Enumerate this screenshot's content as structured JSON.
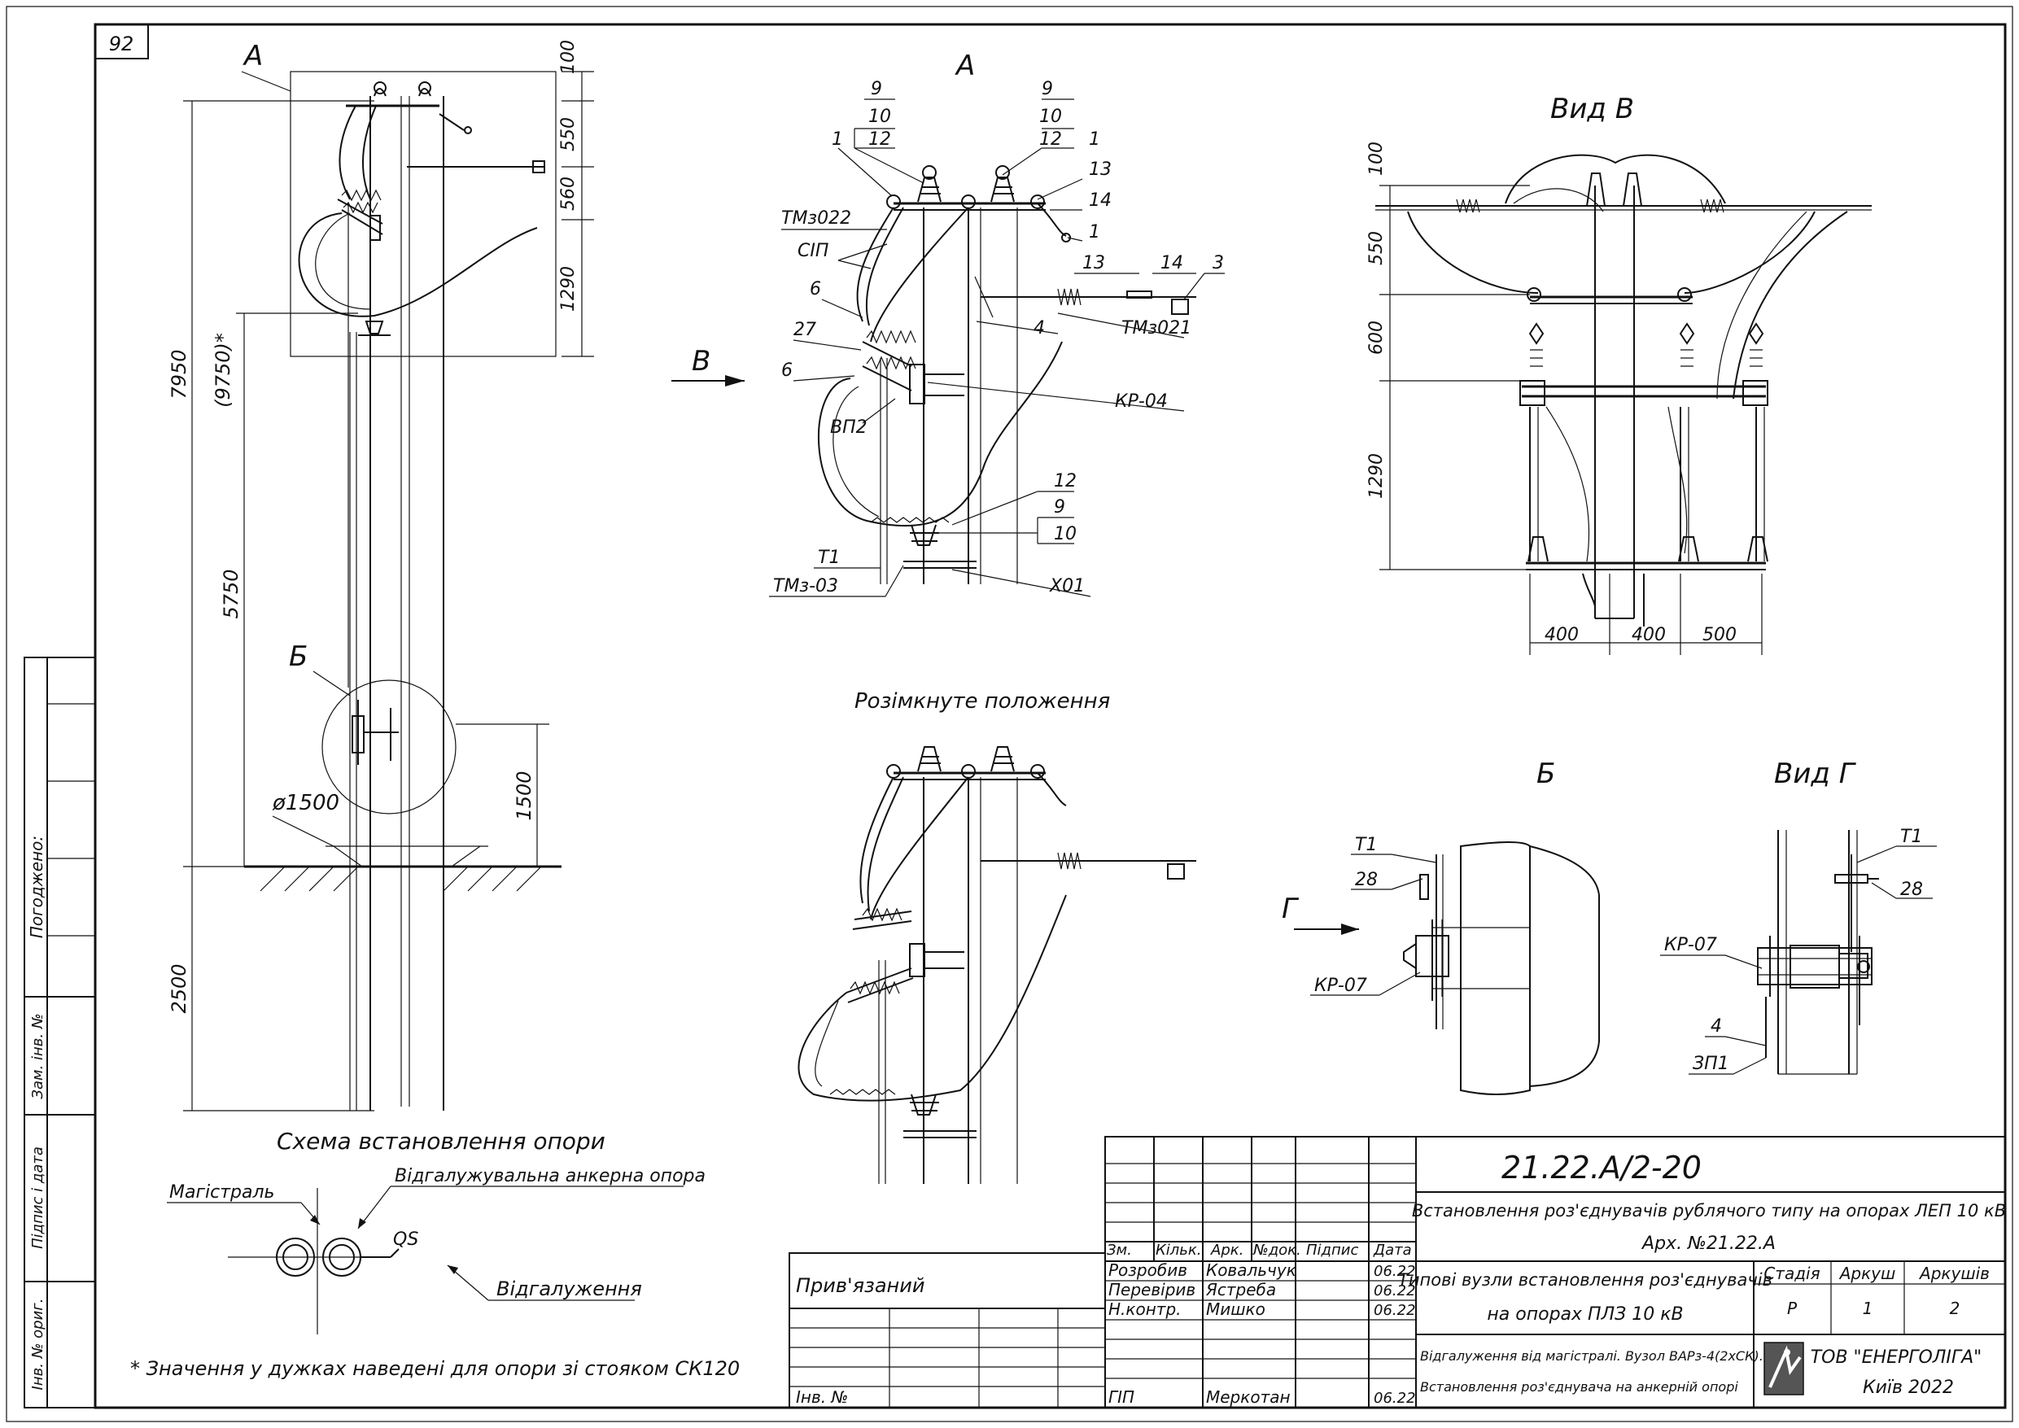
{
  "sheet": {
    "page_number": "92",
    "code": "21.22.А/2-20",
    "project_title": "Встановлення роз'єднувачів рублячого типу на опорах ЛЕП 10 кВ",
    "archive": "Арх. №21.22.А",
    "drawing_title_1": "Типові вузли встановлення роз'єднувачів",
    "drawing_title_2": "на опорах ПЛЗ 10 кВ",
    "description_1": "Відгалуження від магістралі. Вузол ВАРз-4(2хСК).",
    "description_2": "Встановлення роз'єднувача на анкерній опорі",
    "company": "ТОВ \"ЕНЕРГОЛІГА\"",
    "city_year": "Київ 2022",
    "stage_header": "Стадія",
    "sheet_header": "Аркуш",
    "sheets_header": "Аркушів",
    "stage": "Р",
    "sheet_no": "1",
    "sheets_total": "2",
    "tied": "Прив'язаний",
    "inv_no": "Інв. №",
    "side_labels": [
      "Погоджено:",
      "Зам. інв. №",
      "Підпис і дата",
      "Інв. № ориг."
    ],
    "table_headers": [
      "Зм.",
      "Кільк.",
      "Арк.",
      "№док.",
      "Підпис",
      "Дата"
    ],
    "signers": [
      {
        "role": "Розробив",
        "name": "Ковальчук",
        "date": "06.22"
      },
      {
        "role": "Перевірив",
        "name": "Ястреба",
        "date": "06.22"
      },
      {
        "role": "Н.контр.",
        "name": "Мишко",
        "date": "06.22"
      },
      {
        "role": "ГІП",
        "name": "Меркотан",
        "date": "06.22"
      }
    ]
  },
  "pole_view": {
    "label_a": "А",
    "label_b": "Б",
    "diameter": "ø1500",
    "dims_right": [
      "100",
      "550",
      "560",
      "1290"
    ],
    "dim_total": "7950",
    "dim_total_alt": "(9750)*",
    "dim_5750": "5750",
    "dim_2500": "2500",
    "dim_1500": "1500"
  },
  "view_a": {
    "title": "А",
    "arrow_label": "В",
    "labels": [
      "9",
      "10",
      "12",
      "1",
      "9",
      "10",
      "12",
      "1",
      "13",
      "14",
      "1",
      "ТМз022",
      "СІП",
      "6",
      "27",
      "6",
      "ВП2",
      "13",
      "14",
      "3",
      "4",
      "ТМз021",
      "КР-04",
      "12",
      "9",
      "10",
      "Т1",
      "ТМз-03",
      "Х01"
    ]
  },
  "view_b_title": "Вид В",
  "view_b_dims_left": [
    "100",
    "550",
    "600",
    "1290"
  ],
  "view_b_dims_bottom": [
    "400",
    "400",
    "500"
  ],
  "open_position_title": "Розімкнуте положення",
  "detail_b": {
    "title": "Б",
    "arrow_label": "Г",
    "labels": [
      "Т1",
      "28",
      "КР-07"
    ]
  },
  "view_g": {
    "title": "Вид Г",
    "labels": [
      "Т1",
      "28",
      "КР-07",
      "4",
      "ЗП1"
    ]
  },
  "scheme": {
    "title": "Схема встановлення опори",
    "main_line": "Магістраль",
    "branch_pole": "Відгалужувальна анкерна опора",
    "qs": "QS",
    "branch": "Відгалуження"
  },
  "footnote": "* Значення у дужках наведені для опори зі стояком СК120"
}
